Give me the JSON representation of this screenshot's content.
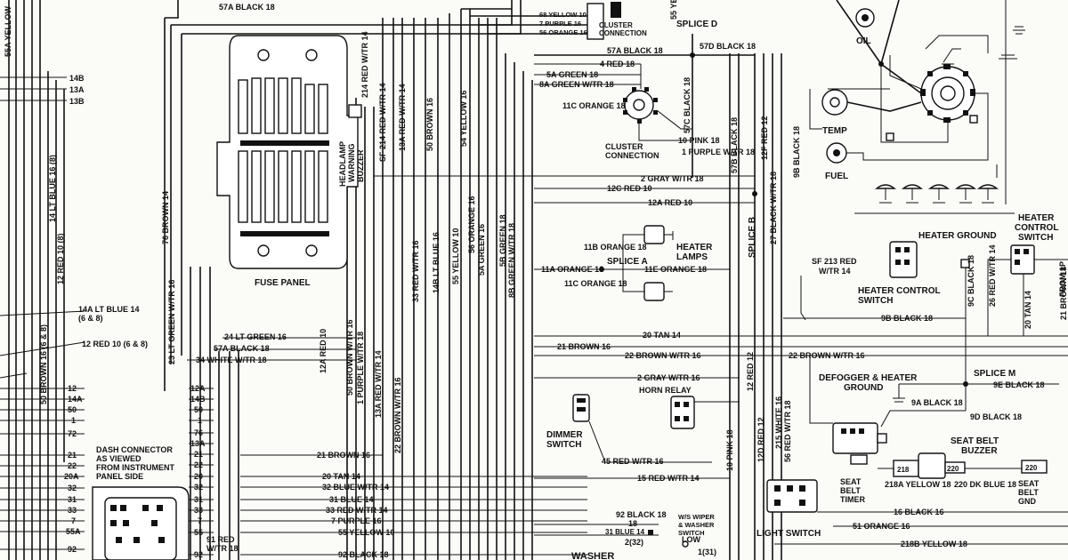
{
  "components": {
    "fuse_panel": "FUSE PANEL",
    "headlamp_buzzer": [
      "HEADLAMP",
      "WARNING",
      "BUZZER"
    ],
    "oil": "OIL",
    "temp": "TEMP",
    "fuel": "FUEL",
    "splice_d": "SPLICE D",
    "splice_a": "SPLICE A",
    "splice_b": "SPLICE B",
    "splice_m": "SPLICE M",
    "cluster_connection_top": [
      "CLUSTER",
      "CONNECTION"
    ],
    "cluster_connection": [
      "CLUSTER",
      "CONNECTION"
    ],
    "heater_lamps": [
      "HEATER",
      "LAMPS"
    ],
    "heater_ground": "HEATER GROUND",
    "heater_control_switch_left": [
      "HEATER CONTROL",
      "SWITCH"
    ],
    "heater_control_switch_right": [
      "HEATER",
      "CONTROL",
      "SWITCH"
    ],
    "horn_relay": "HORN RELAY",
    "dimmer_switch": [
      "DIMMER",
      "SWITCH"
    ],
    "defogger_heater_ground": [
      "DEFOGGER & HEATER",
      "GROUND"
    ],
    "seat_belt_buzzer": [
      "SEAT BELT",
      "BUZZER"
    ],
    "seat_belt_timer": [
      "SEAT",
      "BELT",
      "TIMER"
    ],
    "seat_belt_gnd": [
      "SEAT",
      "BELT",
      "GND"
    ],
    "light_switch": "LIGHT SWITCH",
    "washer": "WASHER",
    "ws_wiper_switch": [
      "W/S WIPER",
      "& WASHER",
      "SWITCH"
    ],
    "low": "LOW",
    "dash_connector": [
      "DASH CONNECTOR",
      "AS VIEWED",
      "FROM INSTRUMENT",
      "PANEL SIDE"
    ],
    "box_labels": [
      "220",
      "218"
    ]
  },
  "wire_labels_horizontal": [
    "57A BLACK 18",
    "68 YELLOW 10",
    "7 PURPLE 16",
    "56 ORANGE 16",
    "57A BLACK 18",
    "57D BLACK 18",
    "4 RED 18",
    "5A GREEN 18",
    "8A GREEN W/TR 18",
    "11C ORANGE 18",
    "10 PINK 18",
    "1 PURPLE W/TR 18",
    "2 GRAY W/TR 18",
    "12C RED 10",
    "12A RED 10",
    "11B ORANGE 18",
    "11A ORANGE 18",
    "11E ORANGE 18",
    "11C ORANGE 18",
    "24 LT GREEN 16",
    "57A BLACK 18",
    "34 WHITE W/TR 18",
    "20 TAN 14",
    "21 BROWN 16",
    "22 BROWN W/TR 16",
    "2 GRAY W/TR 16",
    "21 BROWN 16",
    "20 TAN 14",
    "32 BLUE W/TR 14",
    "31 BLUE 14",
    "33 RED W/TR 14",
    "7 PURPLE 16",
    "55 YELLOW 10",
    "92 BLACK 18",
    "45 RED W/TR 16",
    "15 RED W/TR 14",
    "92 BLACK 18",
    "31 BLUE 14",
    "9B BLACK 18",
    "22 BROWN W/TR 16",
    "9E BLACK 18",
    "9A BLACK 18",
    "9D BLACK 18",
    "218A YELLOW 18",
    "220 DK BLUE 18",
    "16 BLACK 16",
    "51 ORANGE 16",
    "218B YELLOW 18",
    "14A LT BLUE 14",
    "(6 & 8)",
    "12 RED 10 (6 & 8)"
  ],
  "wire_labels_vertical": [
    "55A YELLOW",
    "14 LT BLUE 16 (8)",
    "12 RED 10 (8)",
    "50 BROWN 16 (6 & 8)",
    "76 BROWN 14",
    "23 LT GREEN W/TR 16",
    "214 RED W/TR 14",
    "SF 214 RED W/TR 14",
    "13A RED W/TR 14",
    "50 BROWN 16",
    "54 YELLOW 16",
    "56 ORANGE 16",
    "5A GREEN 16",
    "5B GREEN 18",
    "8B GREEN W/TR 18",
    "33 RED W/TR 16",
    "14B LT BLUE 16",
    "55 YELLOW 10",
    "12A RED 10",
    "50 BROWN W/TR 16",
    "1 PURPLE W/TR 18",
    "13A RED W/TR 14",
    "22 BROWN W/TR 16",
    "57C BLACK 18",
    "57B BLACK 18",
    "12F RED 12",
    "27 BLACK W/TR 18",
    "9B BLACK 18",
    "12 RED 12",
    "12D RED 12",
    "10 PINK 18",
    "215 WHITE 16",
    "56 RED W/TR 18",
    "21 BROWN 18",
    "20 TAN 14",
    "26 RED W/TR 14",
    "9C BLACK 18",
    "55 YE"
  ],
  "misc_labels": [
    "SF 213 RED",
    "W/TR 14",
    "FROM 1P",
    "91 RED",
    "W/TR 18",
    "2(32)",
    "1(31)",
    "18"
  ],
  "left_terminals": [
    "14B",
    "13A",
    "13B"
  ],
  "connector_pins_left": [
    "12",
    "14A",
    "50",
    "1",
    "72",
    "21",
    "22",
    "20A",
    "32",
    "31",
    "33",
    "7",
    "55A",
    "92"
  ],
  "connector_pins_right": [
    "12A",
    "14B",
    "50",
    "1",
    "76",
    "13A",
    "21",
    "22",
    "20",
    "32",
    "31",
    "33",
    "7",
    "55",
    "92"
  ]
}
